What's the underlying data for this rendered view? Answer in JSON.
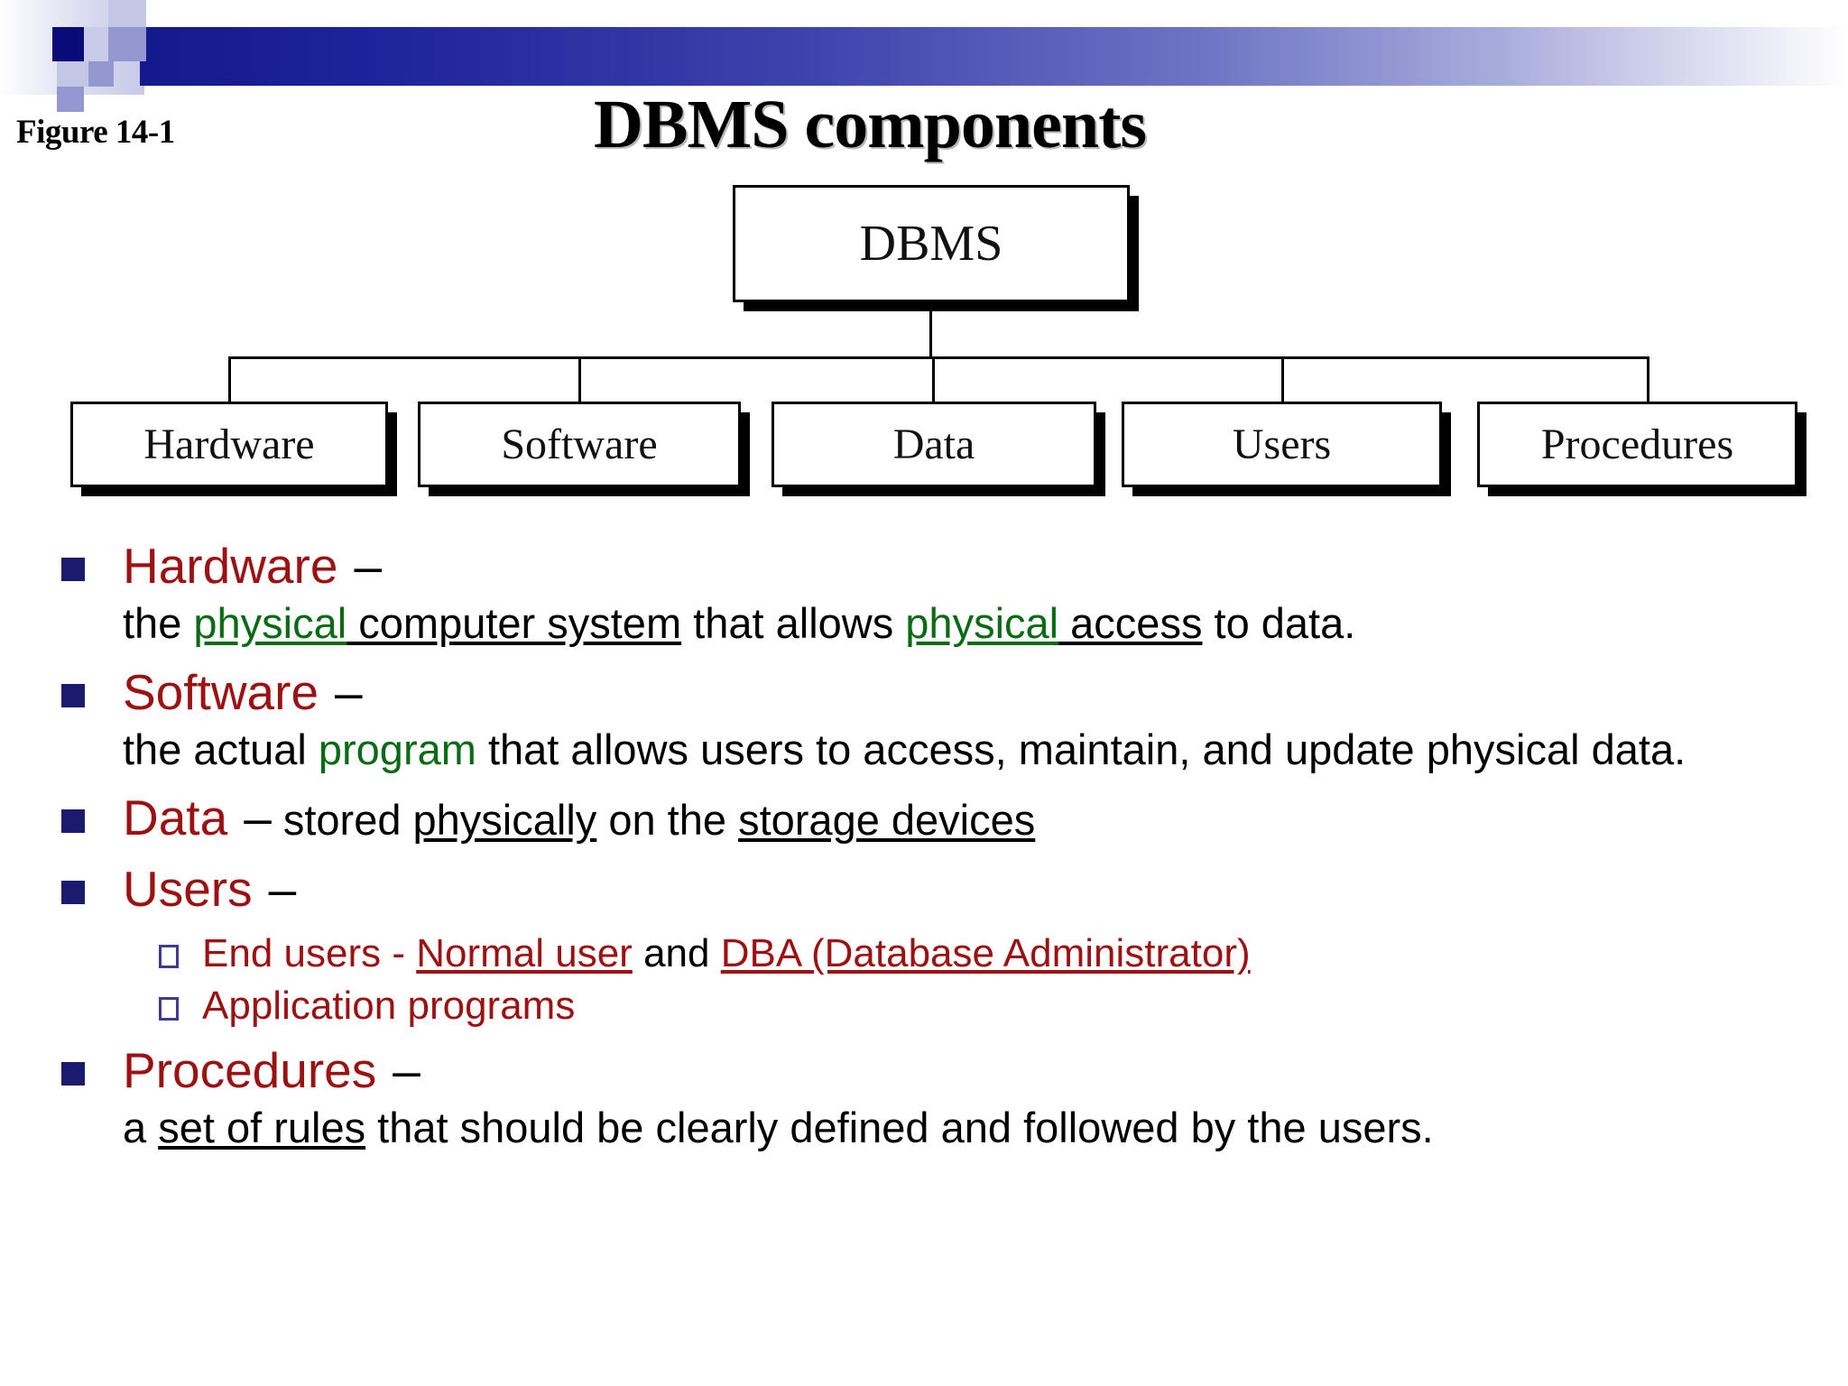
{
  "slide": {
    "figure_label": "Figure 14-1",
    "title": "DBMS components"
  },
  "colors": {
    "heading_red": "#9c1212",
    "accent_green": "#0a6b14",
    "bullet_navy": "#1a1a6e",
    "band_blue": "#141a8c",
    "text_black": "#000000"
  },
  "diagram": {
    "root": "DBMS",
    "children": [
      "Hardware",
      "Software",
      "Data",
      "Users",
      "Procedures"
    ]
  },
  "bullets": {
    "hardware": {
      "term": "Hardware",
      "dash": "–",
      "desc_1": "the ",
      "desc_2": "physical",
      "desc_3": " computer system",
      "desc_4": " that allows ",
      "desc_5": "physical",
      "desc_6": " access",
      "desc_7": " to data."
    },
    "software": {
      "term": "Software",
      "dash": "–",
      "desc_1": "the actual ",
      "desc_2": "program",
      "desc_3": " that allows users to access, maintain, and update physical data."
    },
    "data": {
      "term": "Data",
      "dash": "–",
      "desc_1": " stored ",
      "desc_2": "physically",
      "desc_3": " on the ",
      "desc_4": "storage devices"
    },
    "users": {
      "term": "Users",
      "dash": "–",
      "sub_1": {
        "part_1": "End users",
        "part_2": " - ",
        "part_3": "Normal user",
        "part_4": "  and  ",
        "part_5": "DBA (Database Administrator)"
      },
      "sub_2": {
        "part_1": "Application programs"
      }
    },
    "procedures": {
      "term": "Procedures",
      "dash": "–",
      "desc_1": "a ",
      "desc_2": "set of rules",
      "desc_3": " that should be clearly defined and followed by the users."
    }
  }
}
